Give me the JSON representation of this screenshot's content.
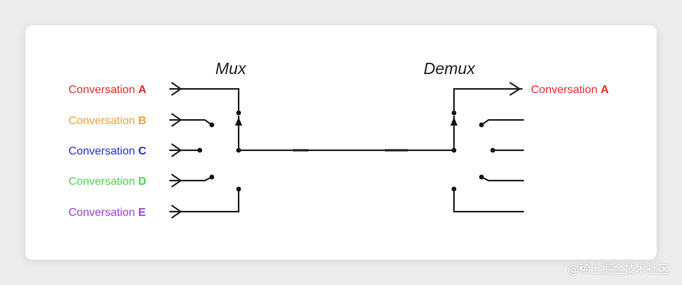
{
  "diagram": {
    "mux_title": "Mux",
    "demux_title": "Demux",
    "inputs": [
      {
        "prefix": "Conversation ",
        "letter": "A",
        "color": "#e0302c"
      },
      {
        "prefix": "Conversation ",
        "letter": "B",
        "color": "#f0a33a"
      },
      {
        "prefix": "Conversation ",
        "letter": "C",
        "color": "#2d2de0"
      },
      {
        "prefix": "Conversation ",
        "letter": "D",
        "color": "#4fd84f"
      },
      {
        "prefix": "Conversation ",
        "letter": "E",
        "color": "#9b3fe0"
      }
    ],
    "output": {
      "prefix": "Conversation ",
      "letter": "A",
      "color": "#e0302c"
    },
    "line_color": "#222222"
  },
  "watermark": "@稀土掘金技术社区"
}
